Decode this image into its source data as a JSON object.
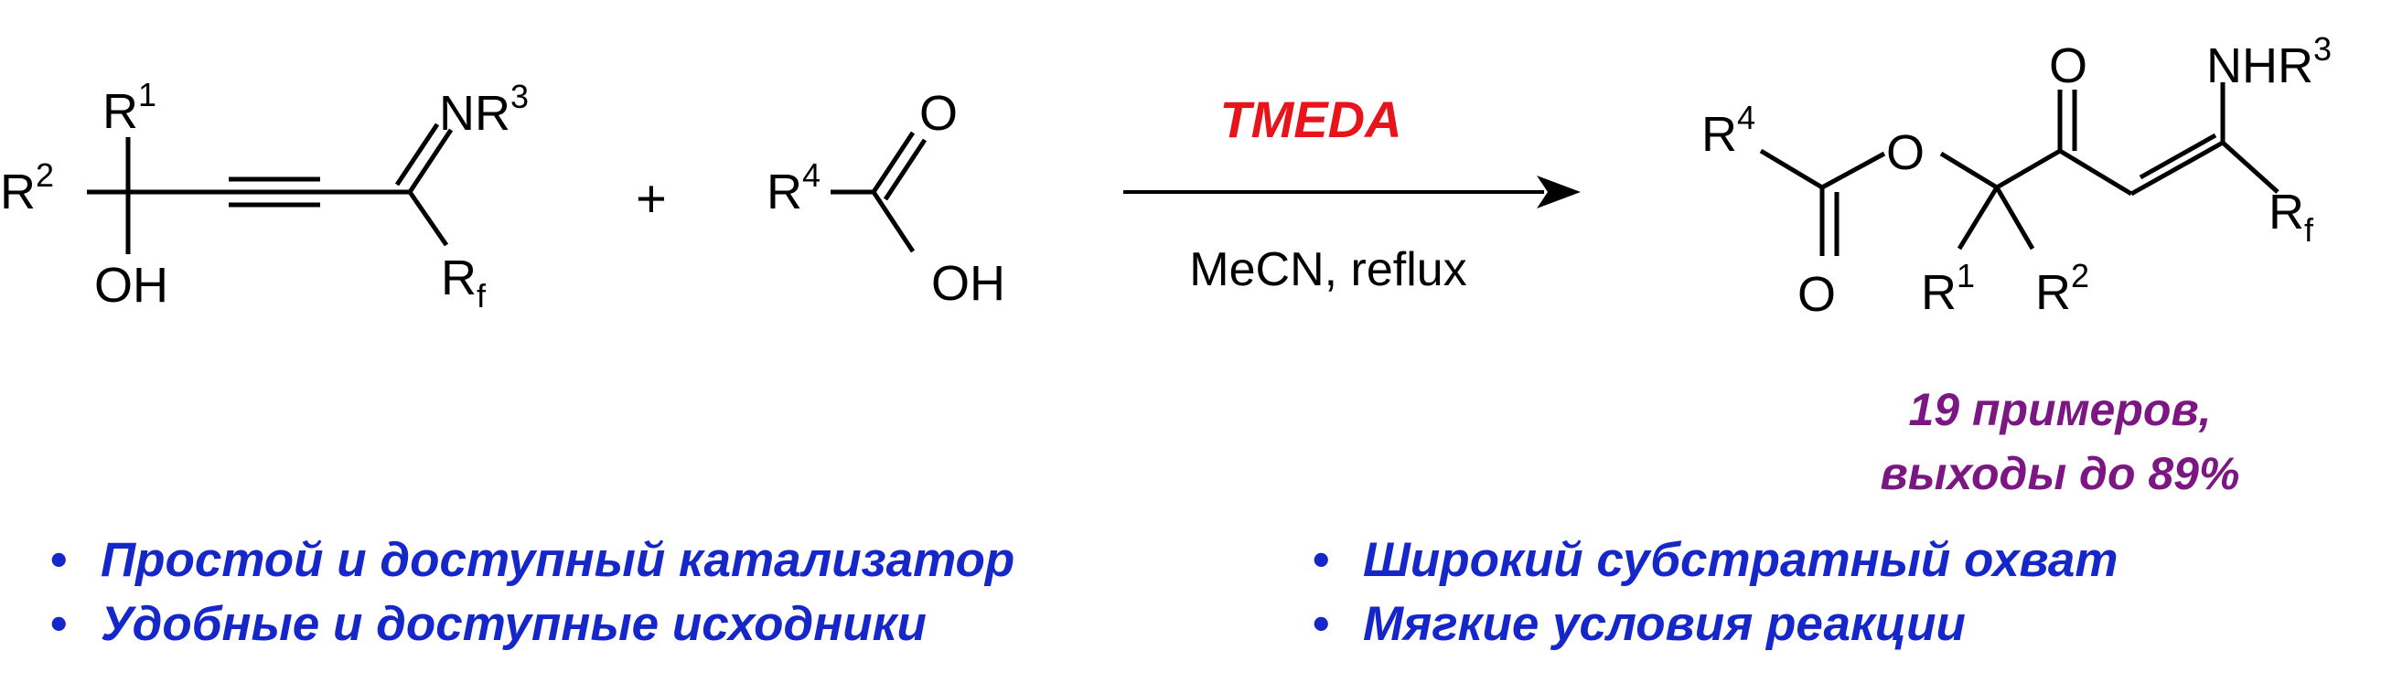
{
  "colors": {
    "reagent": "#e8141c",
    "yield_note": "#7b1683",
    "bullets": "#1527c8",
    "structure": "#000000"
  },
  "reaction": {
    "reactant1": {
      "R1": "R",
      "R1_sup": "1",
      "R2": "R",
      "R2_sup": "2",
      "OH": "OH",
      "NR3": "NR",
      "NR3_sup": "3",
      "Rf": "R",
      "Rf_sub": "f"
    },
    "plus": "+",
    "reactant2": {
      "R4": "R",
      "R4_sup": "4",
      "O": "O",
      "OH": "OH"
    },
    "catalyst": "TMEDA",
    "conditions": "MeCN, reflux",
    "product": {
      "R4": "R",
      "R4_sup": "4",
      "O_ester": "O",
      "O_carbonyl_ester": "O",
      "O_ketone": "O",
      "NHR3": "NHR",
      "NHR3_sup": "3",
      "Rf": "R",
      "Rf_sub": "f",
      "R1": "R",
      "R1_sup": "1",
      "R2": "R",
      "R2_sup": "2"
    },
    "yield_note": {
      "line1": "19 примеров,",
      "line2": "выходы до 89%"
    }
  },
  "bullets": {
    "marker": "•",
    "left": [
      "Простой и доступный катализатор",
      "Удобные и доступные исходники"
    ],
    "right": [
      "Широкий субстратный охват",
      "Мягкие условия реакции"
    ]
  }
}
